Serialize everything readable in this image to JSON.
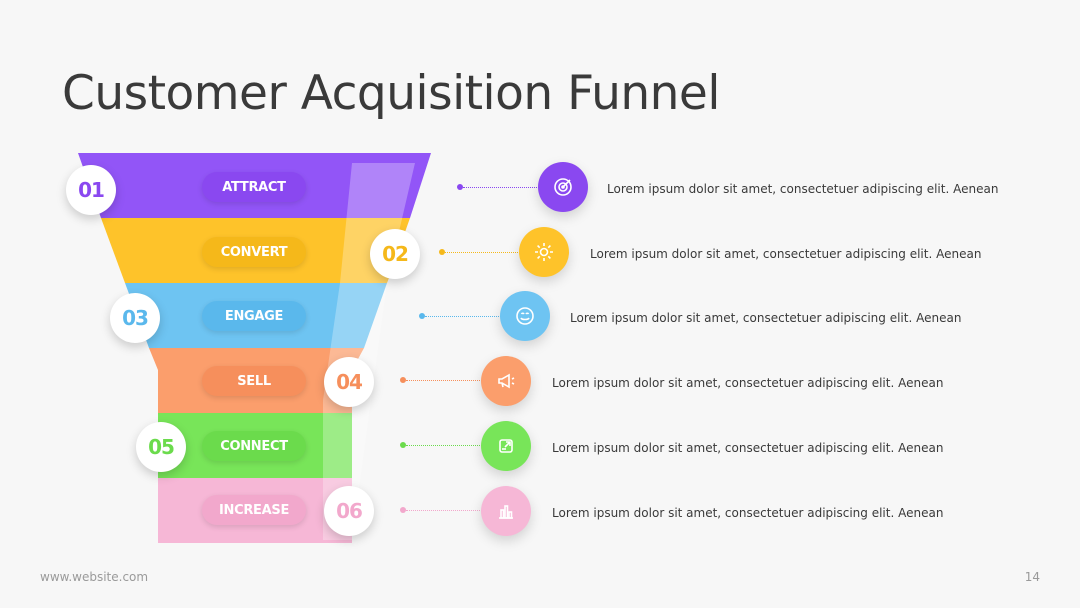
{
  "title": "Customer Acquisition Funnel",
  "footer": {
    "url": "www.website.com",
    "page": "14"
  },
  "stages": [
    {
      "num": "01",
      "label": "ATTRACT",
      "color": "#9255f7",
      "pill": "#8a48f0",
      "icon": "target-icon",
      "desc": "Lorem ipsum dolor sit amet, consectetuer adipiscing elit. Aenean"
    },
    {
      "num": "02",
      "label": "CONVERT",
      "color": "#fec32a",
      "pill": "#f5b81a",
      "icon": "gear-icon",
      "desc": "Lorem ipsum dolor sit amet, consectetuer adipiscing elit. Aenean"
    },
    {
      "num": "03",
      "label": "ENGAGE",
      "color": "#6ec4f2",
      "pill": "#5ab8ec",
      "icon": "smiley-icon",
      "desc": "Lorem ipsum dolor sit amet, consectetuer adipiscing elit. Aenean"
    },
    {
      "num": "04",
      "label": "SELL",
      "color": "#fb9e6c",
      "pill": "#f68f5c",
      "icon": "megaphone-icon",
      "desc": "Lorem ipsum dolor sit amet, consectetuer adipiscing elit. Aenean"
    },
    {
      "num": "05",
      "label": "CONNECT",
      "color": "#78e559",
      "pill": "#6bdb4c",
      "icon": "share-icon",
      "desc": "Lorem ipsum dolor sit amet, consectetuer adipiscing elit. Aenean"
    },
    {
      "num": "06",
      "label": "INCREASE",
      "color": "#f6b7d6",
      "pill": "#f2a8cc",
      "icon": "bar-chart-icon",
      "desc": "Lorem ipsum dolor sit amet, consectetuer adipiscing elit. Aenean"
    }
  ]
}
